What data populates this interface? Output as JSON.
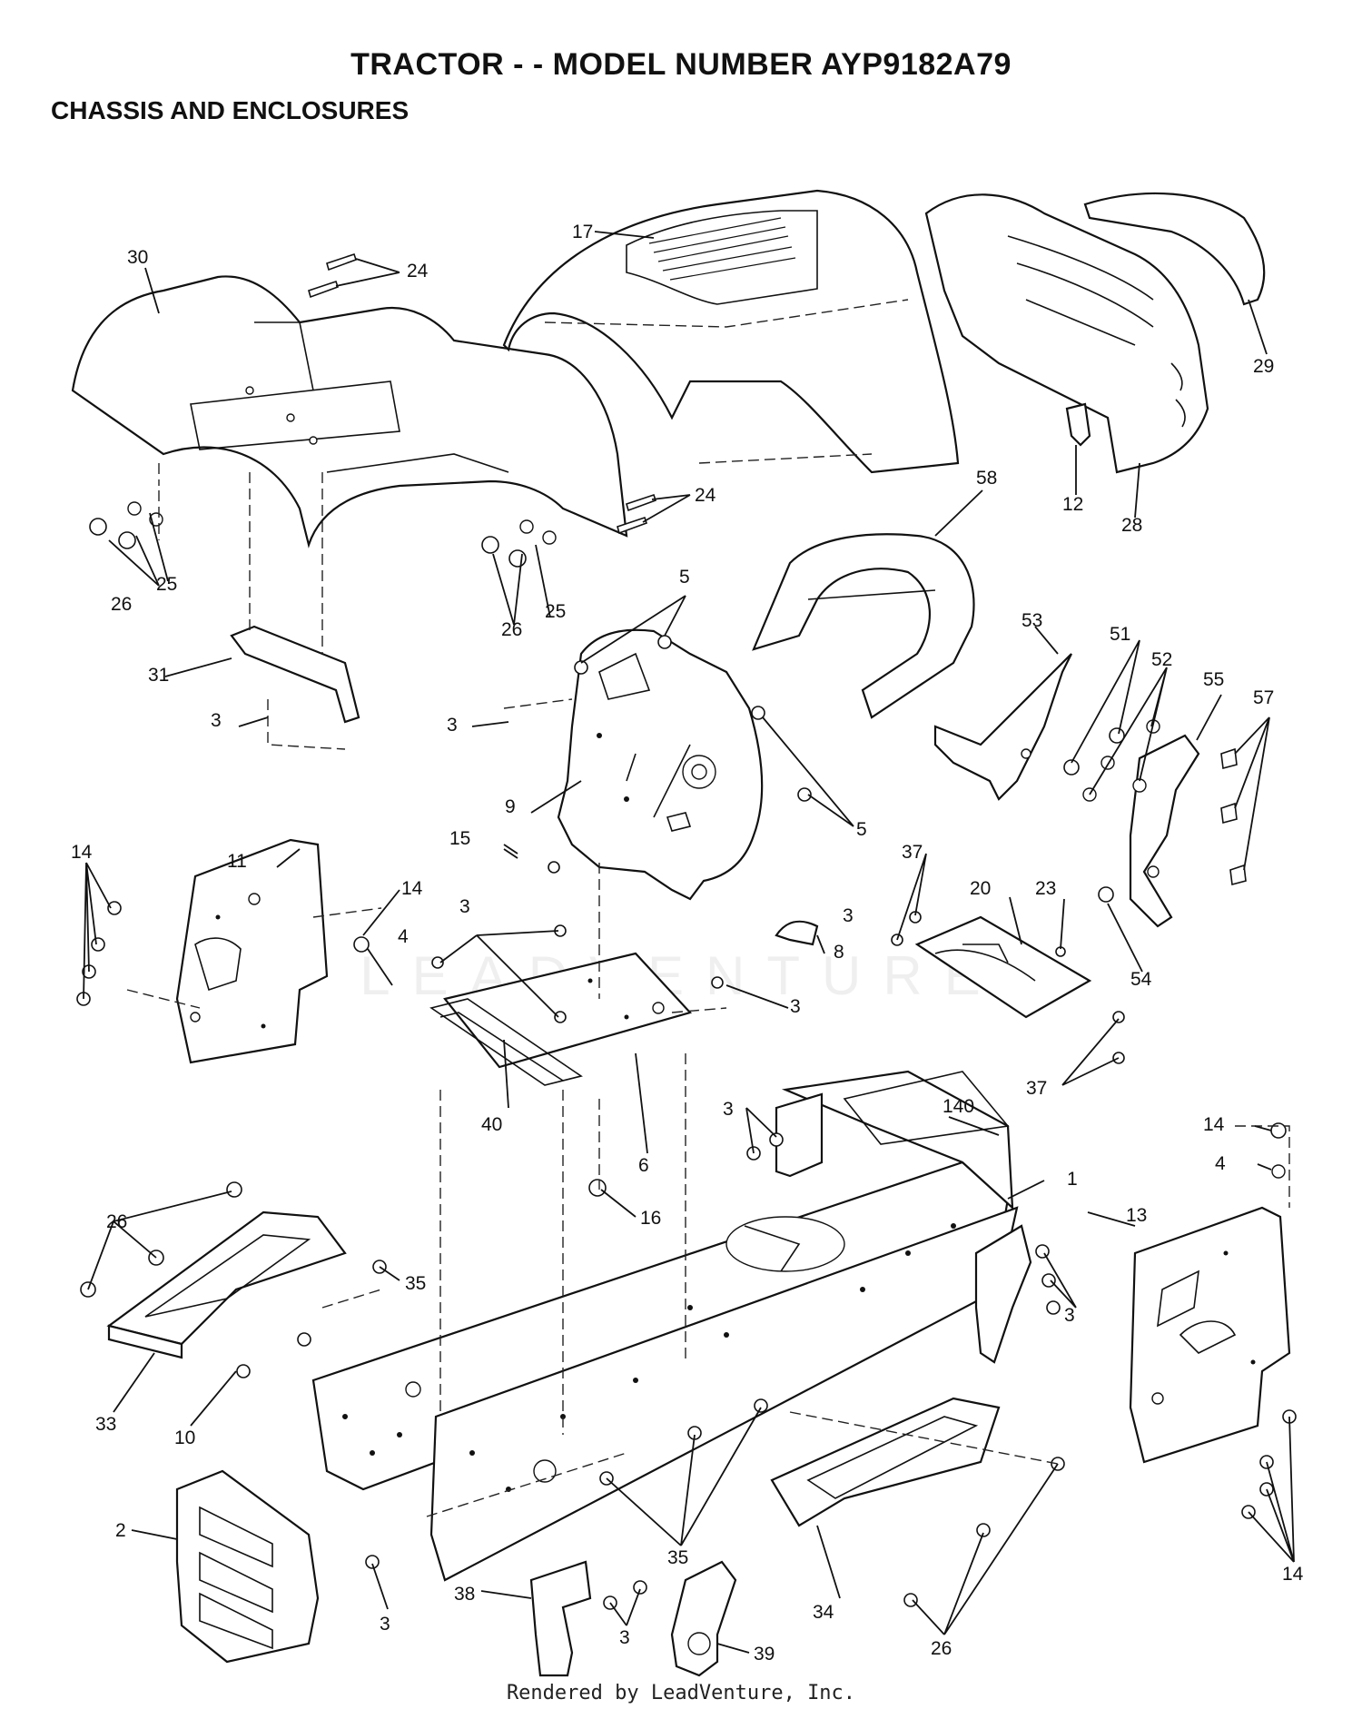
{
  "header": {
    "title": "TRACTOR - - MODEL NUMBER AYP9182A79",
    "subtitle": "CHASSIS AND ENCLOSURES"
  },
  "watermark": "LEADVENTURE",
  "footer": "Rendered by LeadVenture, Inc.",
  "callouts": {
    "c1": "1",
    "c2": "2",
    "c3": "3",
    "c4": "4",
    "c5": "5",
    "c6": "6",
    "c8": "8",
    "c9": "9",
    "c10": "10",
    "c11": "11",
    "c12": "12",
    "c13": "13",
    "c14": "14",
    "c15": "15",
    "c16": "16",
    "c17": "17",
    "c20": "20",
    "c23": "23",
    "c24": "24",
    "c25": "25",
    "c26": "26",
    "c28": "28",
    "c29": "29",
    "c30": "30",
    "c31": "31",
    "c33": "33",
    "c34": "34",
    "c35": "35",
    "c37": "37",
    "c38": "38",
    "c39": "39",
    "c40": "40",
    "c51": "51",
    "c52": "52",
    "c53": "53",
    "c54": "54",
    "c55": "55",
    "c57": "57",
    "c58": "58",
    "c140": "140"
  }
}
